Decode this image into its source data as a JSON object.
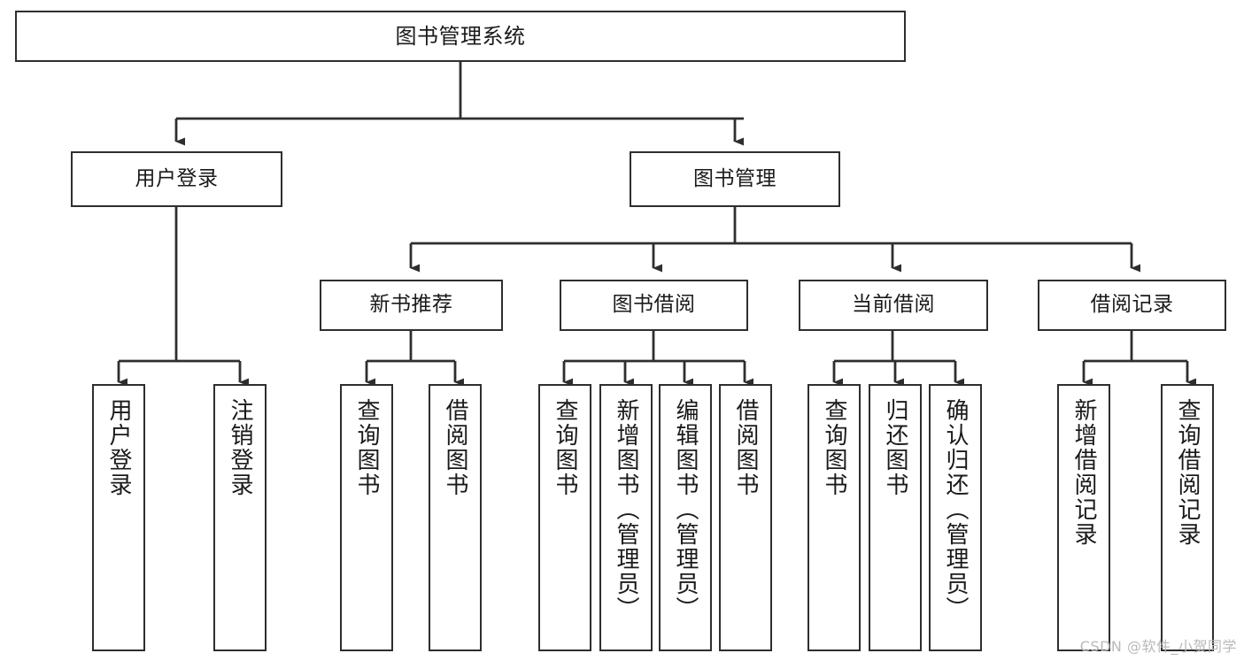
{
  "diagram": {
    "title": "图书管理系统",
    "type": "tree",
    "watermark": "CSDN @软件_小贺同学",
    "colors": {
      "box_border": "#2e2e2e",
      "box_fill": "#ffffff",
      "edge": "#2e2e2e",
      "text": "#1a1a1a",
      "watermark": "#b9b9b9",
      "background": "#ffffff"
    },
    "root": {
      "label": "图书管理系统"
    },
    "level2": [
      {
        "label": "用户登录"
      },
      {
        "label": "图书管理"
      }
    ],
    "level3": [
      {
        "label": "新书推荐"
      },
      {
        "label": "图书借阅"
      },
      {
        "label": "当前借阅"
      },
      {
        "label": "借阅记录"
      }
    ],
    "leaves": {
      "user_login": [
        {
          "label": "用户登录"
        },
        {
          "label": "注销登录"
        }
      ],
      "new_book": [
        {
          "label": "查询图书"
        },
        {
          "label": "借阅图书"
        }
      ],
      "book_borrow": [
        {
          "label": "查询图书"
        },
        {
          "label": "新增图书（管理员）"
        },
        {
          "label": "编辑图书（管理员）"
        },
        {
          "label": "借阅图书"
        }
      ],
      "current_borrow": [
        {
          "label": "查询图书"
        },
        {
          "label": "归还图书"
        },
        {
          "label": "确认归还（管理员）"
        }
      ],
      "borrow_record": [
        {
          "label": "新增借阅记录"
        },
        {
          "label": "查询借阅记录"
        }
      ]
    }
  }
}
